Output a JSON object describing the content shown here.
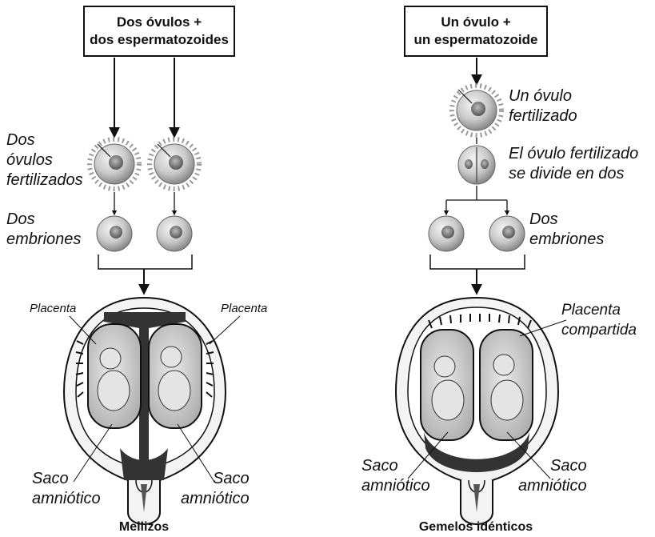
{
  "left_panel": {
    "top_box": [
      "Dos óvulos +",
      "dos espermatozoides"
    ],
    "fertilized_label": [
      "Dos",
      "óvulos",
      "fertilizados"
    ],
    "embryos_label": [
      "Dos",
      "embriones"
    ],
    "placenta_left": "Placenta",
    "placenta_right": "Placenta",
    "sac_left": [
      "Saco",
      "amniótico"
    ],
    "sac_right": [
      "Saco",
      "amniótico"
    ],
    "caption": "Mellizos"
  },
  "right_panel": {
    "top_box": [
      "Un óvulo +",
      "un espermatozoide"
    ],
    "fertilized_label": [
      "Un óvulo",
      "fertilizado"
    ],
    "divides_label": [
      "El óvulo fertilizado",
      "se divide en dos"
    ],
    "embryos_label": [
      "Dos",
      "embriones"
    ],
    "placenta_label": [
      "Placenta",
      "compartida"
    ],
    "sac_left": [
      "Saco",
      "amniótico"
    ],
    "sac_right": [
      "Saco",
      "amniótico"
    ],
    "caption": "Gemelos idénticos"
  }
}
